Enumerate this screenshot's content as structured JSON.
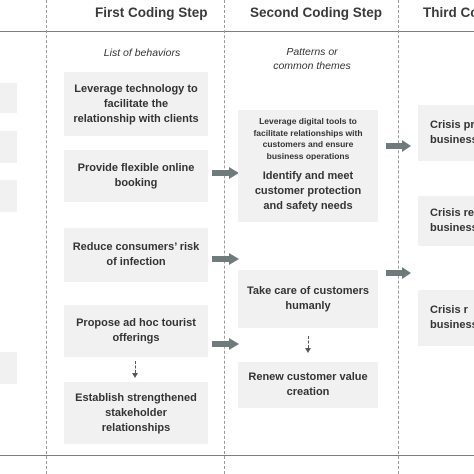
{
  "columns": {
    "first": {
      "header": "First Coding Step",
      "subtitle_lines": [
        "List of behaviors"
      ]
    },
    "second": {
      "header": "Second Coding Step",
      "subtitle_lines": [
        "Patterns or",
        "common themes"
      ]
    },
    "third": {
      "header": "Third Co"
    }
  },
  "behaviors": [
    [
      "Leverage technology to",
      "facilitate the",
      "relationship with clients"
    ],
    [
      "Provide flexible online",
      "booking"
    ],
    [
      "Reduce consumers’ risk",
      "of infection"
    ],
    [
      "Propose ad hoc tourist",
      "offerings"
    ],
    [
      "Establish strengthened",
      "stakeholder",
      "relationships"
    ]
  ],
  "themes": [
    [
      "Leverage digital tools to",
      "facilitate relationships with",
      "customers and ensure",
      "business operations"
    ],
    [
      "Identify and meet",
      "customer protection",
      "and safety needs"
    ],
    [
      "Take care of customers",
      "humanly"
    ],
    [
      "Renew customer value",
      "creation"
    ]
  ],
  "third_items": [
    [
      "Crisis pr",
      "business"
    ],
    [
      "Crisis re",
      "business"
    ],
    [
      "Crisis r",
      "business"
    ]
  ],
  "colors": {
    "box": "#f1f1f1",
    "arrow": "#6f7b7b",
    "dashed": "#9a9a9a"
  }
}
